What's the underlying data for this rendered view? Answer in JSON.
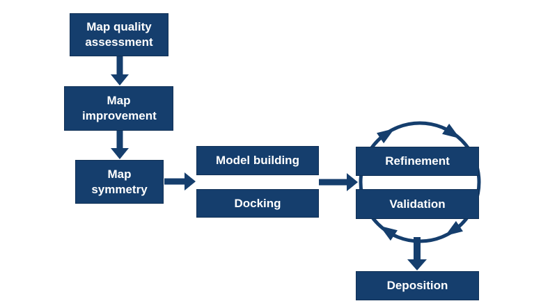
{
  "colors": {
    "node_fill": "#153e6d",
    "arrow": "#153e6d",
    "text": "#ffffff",
    "background": "#ffffff"
  },
  "nodes": {
    "map_quality_assessment": {
      "label": "Map quality assessment"
    },
    "map_improvement": {
      "label": "Map improvement"
    },
    "map_symmetry": {
      "label": "Map symmetry"
    },
    "model_building": {
      "label": "Model building"
    },
    "docking": {
      "label": "Docking"
    },
    "refinement": {
      "label": "Refinement"
    },
    "validation": {
      "label": "Validation"
    },
    "deposition": {
      "label": "Deposition"
    }
  },
  "cycle": {
    "between": [
      "Refinement",
      "Validation"
    ],
    "direction": "clockwise"
  }
}
